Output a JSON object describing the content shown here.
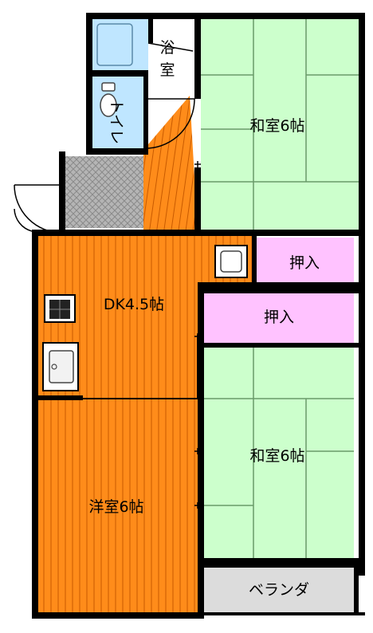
{
  "labels": {
    "bath": "浴室",
    "bath_line1": "浴",
    "bath_line2": "室",
    "toilet": "トイレ",
    "washitsu_top": "和室6帖",
    "oshiire_1": "押入",
    "oshiire_2": "押入",
    "dk": "DK4.5帖",
    "washitsu_bottom": "和室6帖",
    "youshitsu": "洋室6帖",
    "veranda": "ベランダ"
  },
  "colors": {
    "wall": "#000000",
    "tatami": "#ccffcc",
    "tatami_line": "#6a9a6a",
    "flooring": "#ff8c1a",
    "flooring_line": "#c85a00",
    "closet": "#ffc2ff",
    "bath": "#bfe6ff",
    "entrance_tile": "#b0b0b0",
    "veranda": "#dcdcdc"
  }
}
